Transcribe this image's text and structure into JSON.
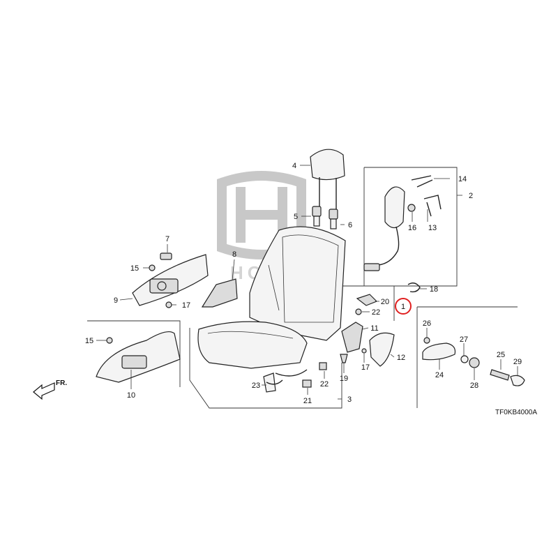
{
  "diagram": {
    "code": "TF0KB4000A",
    "direction_label": "FR.",
    "highlight_color": "#e02020",
    "highlighted_part": "1",
    "callouts": [
      {
        "id": "c1",
        "text": "1"
      },
      {
        "id": "c2",
        "text": "2"
      },
      {
        "id": "c3",
        "text": "3"
      },
      {
        "id": "c4",
        "text": "4"
      },
      {
        "id": "c5",
        "text": "5"
      },
      {
        "id": "c6",
        "text": "6"
      },
      {
        "id": "c7",
        "text": "7"
      },
      {
        "id": "c8",
        "text": "8"
      },
      {
        "id": "c9",
        "text": "9"
      },
      {
        "id": "c10",
        "text": "10"
      },
      {
        "id": "c11",
        "text": "11"
      },
      {
        "id": "c12",
        "text": "12"
      },
      {
        "id": "c13",
        "text": "13"
      },
      {
        "id": "c14",
        "text": "14"
      },
      {
        "id": "c15a",
        "text": "15"
      },
      {
        "id": "c15b",
        "text": "15"
      },
      {
        "id": "c16",
        "text": "16"
      },
      {
        "id": "c17a",
        "text": "17"
      },
      {
        "id": "c17b",
        "text": "17"
      },
      {
        "id": "c18",
        "text": "18"
      },
      {
        "id": "c19",
        "text": "19"
      },
      {
        "id": "c20",
        "text": "20"
      },
      {
        "id": "c21",
        "text": "21"
      },
      {
        "id": "c22a",
        "text": "22"
      },
      {
        "id": "c22b",
        "text": "22"
      },
      {
        "id": "c23",
        "text": "23"
      },
      {
        "id": "c24",
        "text": "24"
      },
      {
        "id": "c25",
        "text": "25"
      },
      {
        "id": "c26",
        "text": "26"
      },
      {
        "id": "c27",
        "text": "27"
      },
      {
        "id": "c28",
        "text": "28"
      },
      {
        "id": "c29",
        "text": "29"
      }
    ]
  }
}
